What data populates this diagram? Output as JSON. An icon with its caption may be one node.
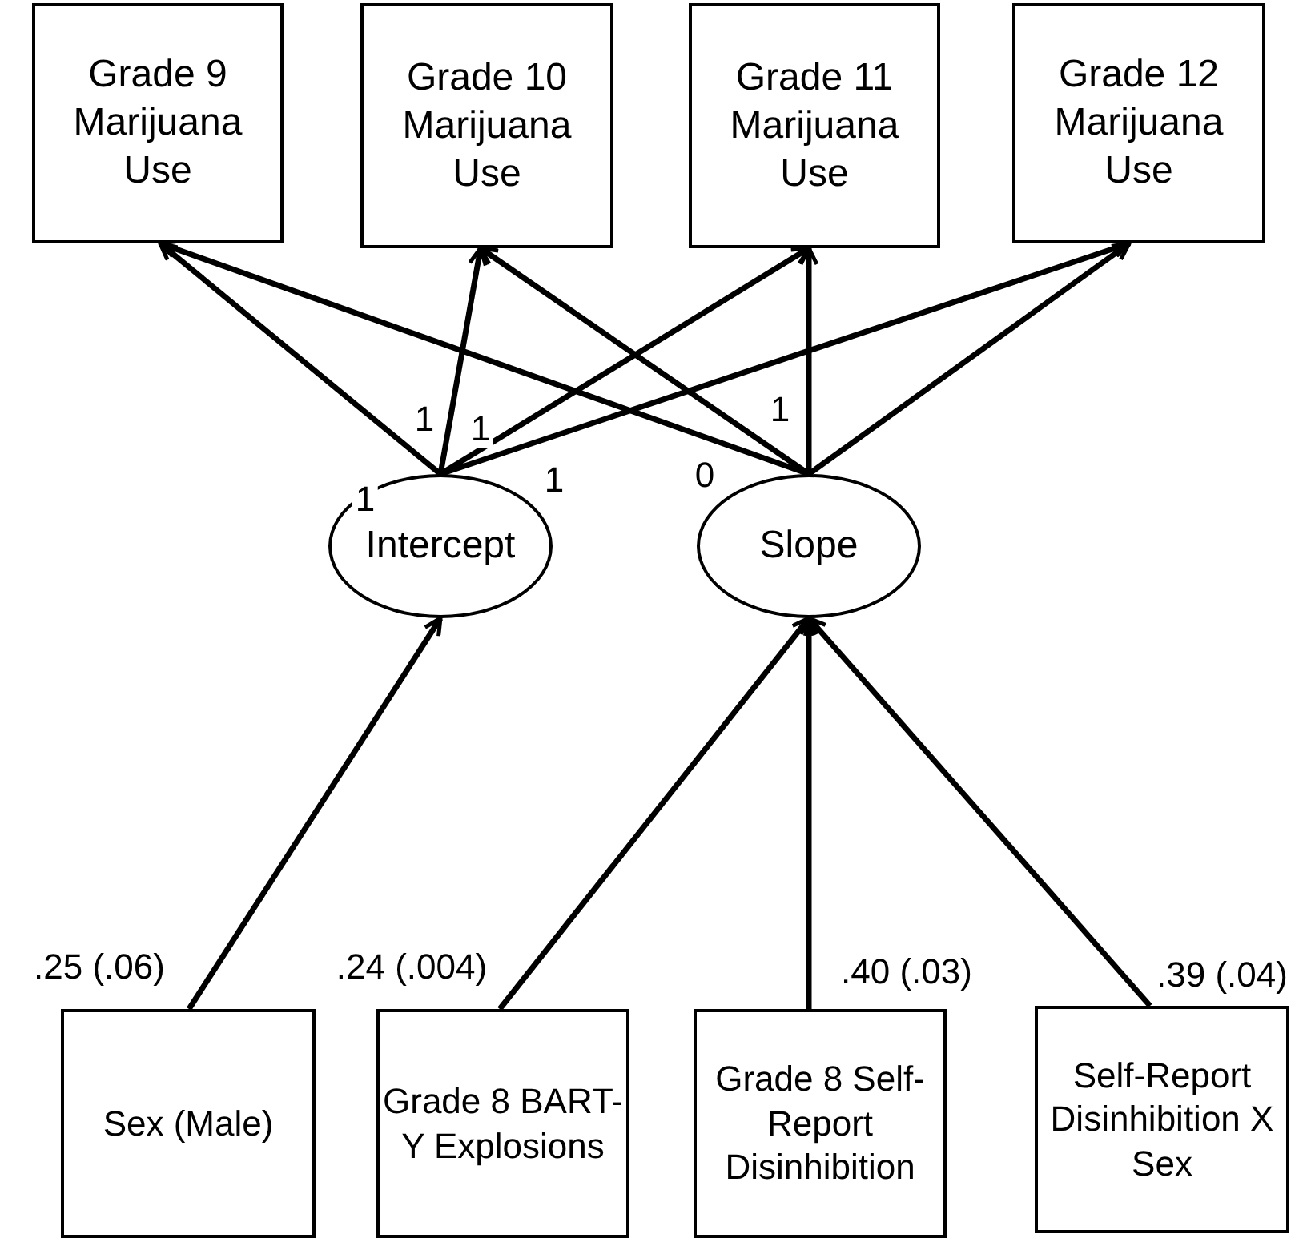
{
  "diagram": {
    "nodes": [
      {
        "text": [
          "Grade 9 Marijuana Use"
        ]
      },
      {
        "text": [
          "Grade 10 Marijuana Use"
        ]
      },
      {
        "text": [
          "Grade 11 Marijuana Use"
        ]
      },
      {
        "text": [
          "Grade 12 Marijuana Use"
        ]
      },
      {
        "text": [
          "Intercept"
        ]
      },
      {
        "text": [
          "Slope"
        ]
      },
      {
        "text": [
          "Sex (Male)"
        ]
      },
      {
        "text": [
          "Grade 8 BART-Y Explosions"
        ]
      },
      {
        "text": [
          "Grade 8 Self-Report Disinhibition"
        ]
      },
      {
        "text": [
          "Self-Report Disinhibition X Sex"
        ]
      }
    ],
    "edges": [
      {
        "from": 4,
        "to": 0,
        "arrow": "to",
        "label": "1"
      },
      {
        "from": 4,
        "to": 1,
        "arrow": "to",
        "label": "1"
      },
      {
        "from": 4,
        "to": 2,
        "arrow": "to",
        "label": "1"
      },
      {
        "from": 4,
        "to": 3,
        "arrow": "to",
        "label": "1"
      },
      {
        "from": 5,
        "to": 0,
        "arrow": "to",
        "label": "0"
      },
      {
        "from": 5,
        "to": 1,
        "arrow": "to",
        "label": "1"
      },
      {
        "from": 5,
        "to": 2,
        "arrow": "to"
      },
      {
        "from": 5,
        "to": 3,
        "arrow": "to"
      },
      {
        "from": 6,
        "to": 4,
        "arrow": "to",
        "label": ".25 (.06)"
      },
      {
        "from": 7,
        "to": 5,
        "arrow": "to",
        "label": ".24 (.004)"
      },
      {
        "from": 8,
        "to": 5,
        "arrow": "to",
        "label": ".40 (.03)"
      },
      {
        "from": 9,
        "to": 5,
        "arrow": "to",
        "label": ".39 (.04)"
      }
    ]
  }
}
